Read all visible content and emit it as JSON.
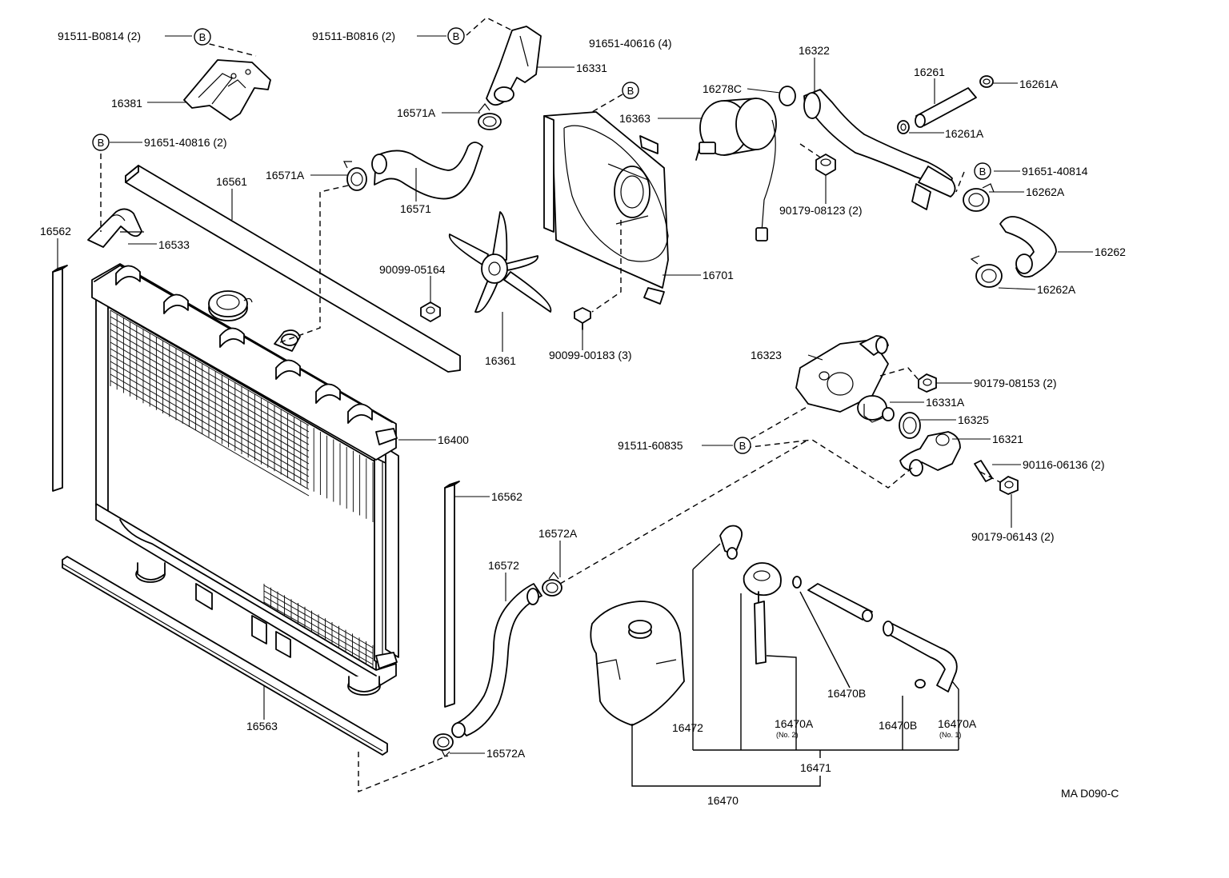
{
  "diagram_id": "MA D090-C",
  "callout_symbol": "B",
  "labels": {
    "p91511_b0814": "91511-B0814 (2)",
    "p91511_b0816": "91511-B0816 (2)",
    "p91651_40616": "91651-40616 (4)",
    "p16331": "16331",
    "p16381": "16381",
    "p16571A_top": "16571A",
    "p91651_40816": "91651-40816 (2)",
    "p16571A": "16571A",
    "p16571": "16571",
    "p16561": "16561",
    "p16562_left": "16562",
    "p16533": "16533",
    "p90099_05164": "90099-05164",
    "p16361": "16361",
    "p90099_00183": "90099-00183 (3)",
    "p16701": "16701",
    "p16363": "16363",
    "p16278C": "16278C",
    "p16322": "16322",
    "p90179_08123": "90179-08123 (2)",
    "p16261": "16261",
    "p16261A_top": "16261A",
    "p16261A": "16261A",
    "p91651_40814": "91651-40814",
    "p16262A_top": "16262A",
    "p16262": "16262",
    "p16262A": "16262A",
    "p16323": "16323",
    "p90179_08153": "90179-08153 (2)",
    "p16331A": "16331A",
    "p16325": "16325",
    "p91511_60835": "91511-60835",
    "p16321": "16321",
    "p90116_06136": "90116-06136 (2)",
    "p90179_06143": "90179-06143 (2)",
    "p16400": "16400",
    "p16562_right": "16562",
    "p16572A_top": "16572A",
    "p16572": "16572",
    "p16563": "16563",
    "p16572A_bottom": "16572A",
    "p16472": "16472",
    "p16470A_no2": "16470A",
    "no2": "(No. 2)",
    "p16470B_top": "16470B",
    "p16470B": "16470B",
    "p16470A_no1": "16470A",
    "no1": "(No. 1)",
    "p16471": "16471",
    "p16470": "16470"
  }
}
